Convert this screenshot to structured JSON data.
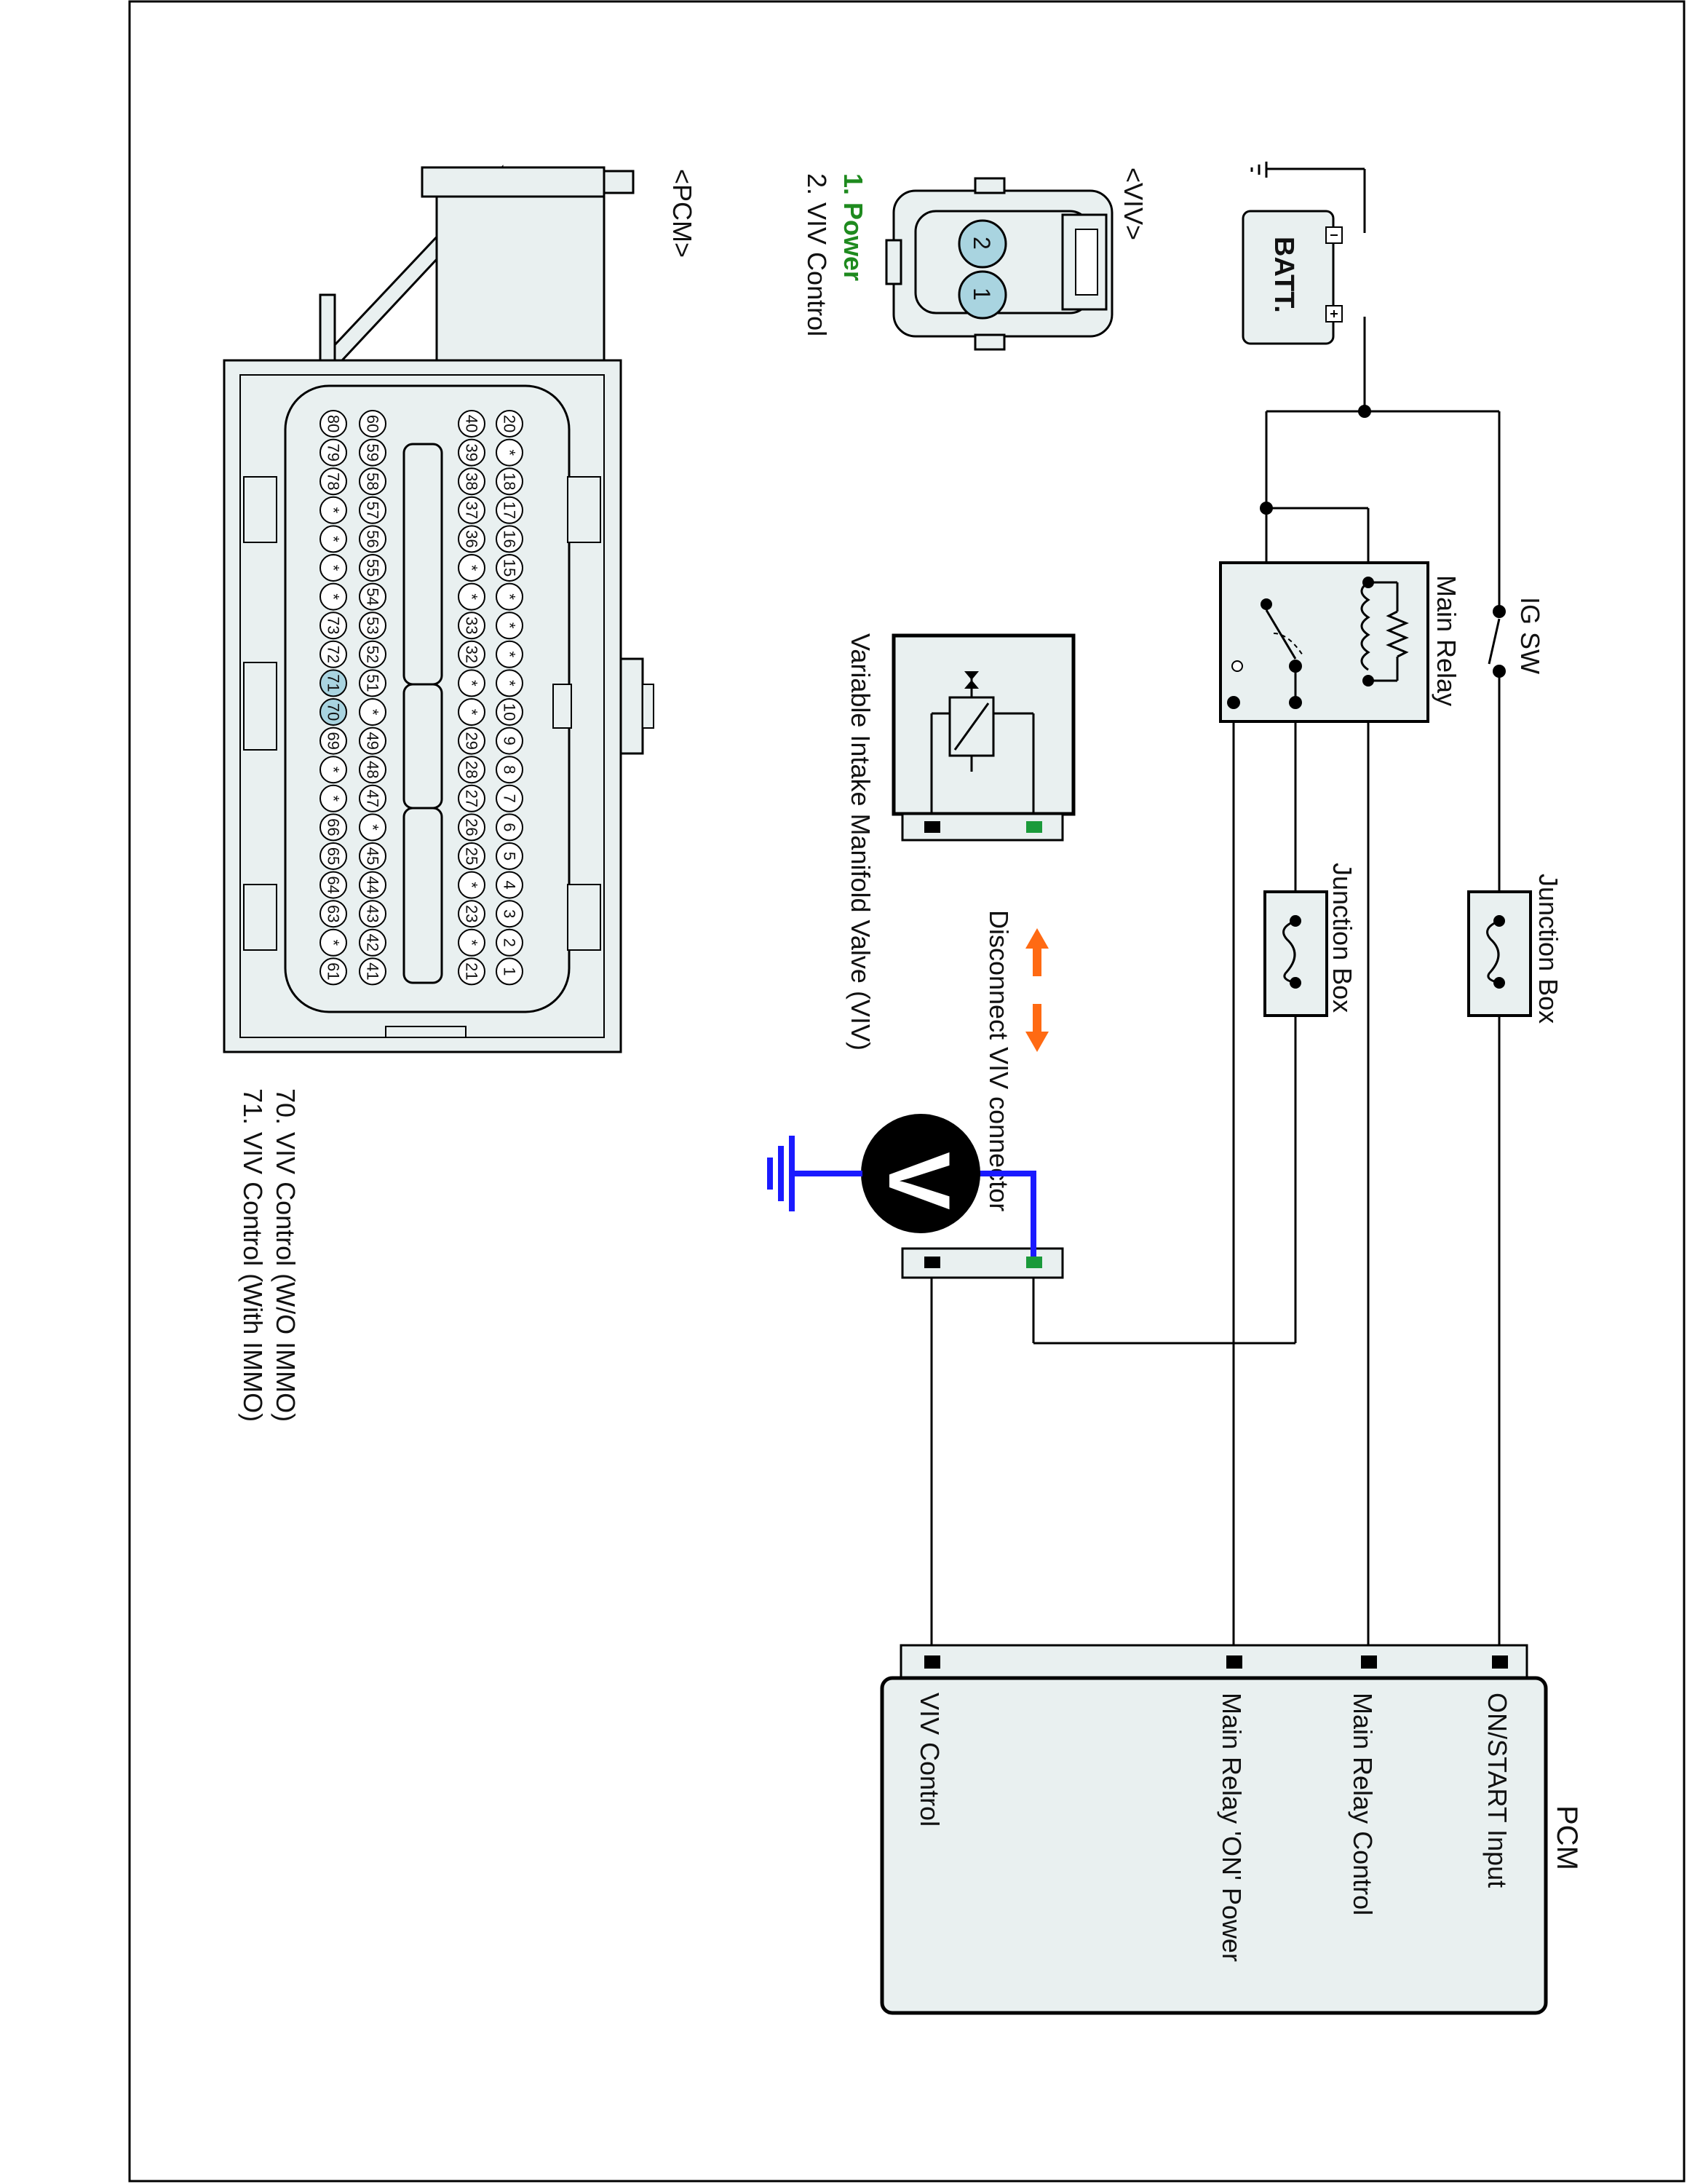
{
  "diagram": {
    "pcm_title": "PCM",
    "pcm_pins": [
      "ON/START Input",
      "Main Relay Control",
      "Main Relay 'ON' Power",
      "VIV Control"
    ],
    "ig_sw": "IG SW",
    "main_relay": "Main Relay",
    "batt": "BATT.",
    "junction_box": "Junction Box",
    "viv_valve": "Variable Intake Manifold Valve (VIV)",
    "disconnect": "Disconnect VIV connector",
    "meter": "V",
    "viv_connector": {
      "title": "<VIV>",
      "pins": [
        "1. Power",
        "2. VIV Control"
      ],
      "cavities": [
        "2",
        "1"
      ]
    },
    "pcm_connector": {
      "title": "<PCM>",
      "notes": [
        "70. VIV Control (W/O IMMO)",
        "71. VIV Control (With IMMO)"
      ],
      "rows": [
        [
          "20",
          "*",
          "18",
          "17",
          "16",
          "15",
          "*",
          "*",
          "*",
          "*",
          "10",
          "9",
          "8",
          "7",
          "6",
          "5",
          "4",
          "3",
          "2",
          "1"
        ],
        [
          "40",
          "39",
          "38",
          "37",
          "36",
          "*",
          "*",
          "33",
          "32",
          "*",
          "*",
          "29",
          "28",
          "27",
          "26",
          "25",
          "*",
          "23",
          "*",
          "21"
        ],
        [
          "60",
          "59",
          "58",
          "57",
          "56",
          "55",
          "54",
          "53",
          "52",
          "51",
          "*",
          "49",
          "48",
          "47",
          "*",
          "45",
          "44",
          "43",
          "42",
          "41"
        ],
        [
          "80",
          "79",
          "78",
          "*",
          "*",
          "*",
          "*",
          "73",
          "72",
          "71",
          "70",
          "69",
          "*",
          "*",
          "66",
          "65",
          "64",
          "63",
          "*",
          "61"
        ]
      ]
    },
    "colors": {
      "ground_wire": "#1a1aff",
      "disconnect_arrow": "#ff6a13",
      "power_label": "#1e8a1e",
      "terminal_green": "#1a9a3a",
      "highlight_pin": "#a9d4e0",
      "pcm_fill": "#e9f0f0"
    }
  }
}
